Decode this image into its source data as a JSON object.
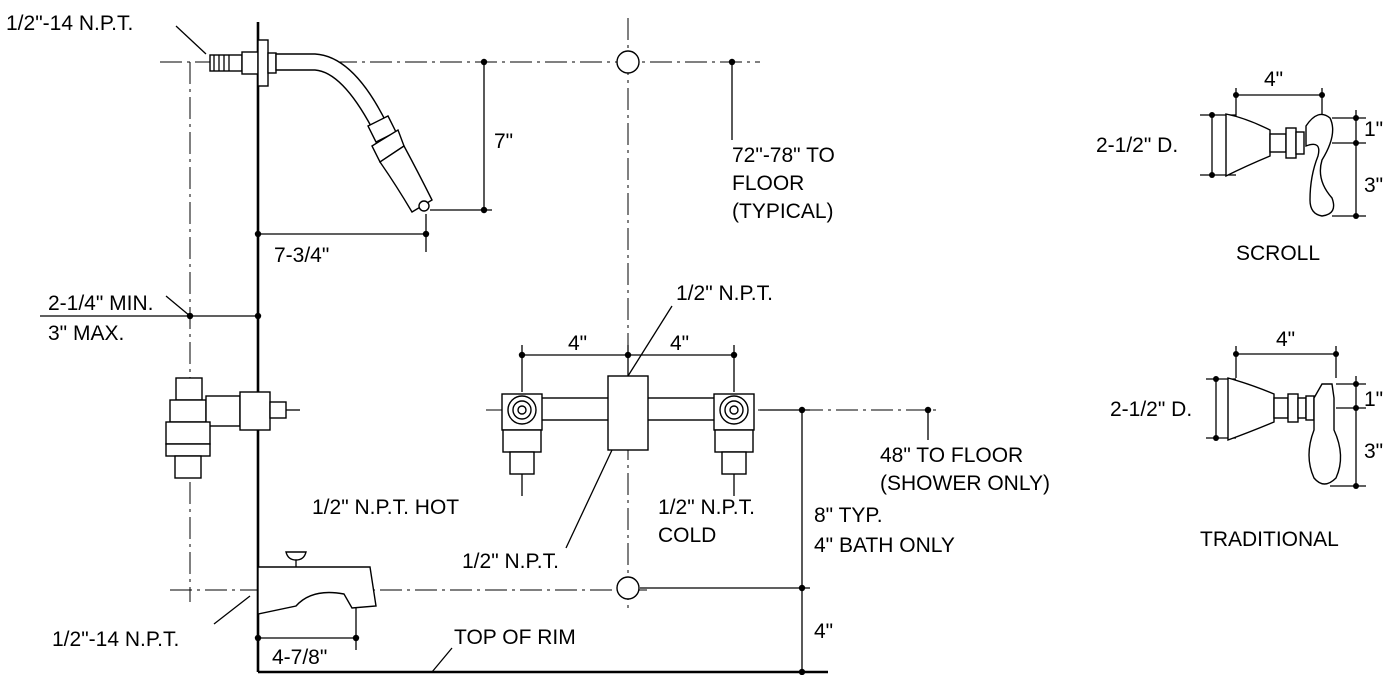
{
  "main_view": {
    "shower_arm_thread": "1/2\"-14 N.P.T.",
    "shower_drop": "7\"",
    "shower_height_line1": "72\"-78\" TO",
    "shower_height_line2": "FLOOR",
    "shower_height_line3": "(TYPICAL)",
    "shower_reach": "7-3/4\"",
    "wall_min": "2-1/4\" MIN.",
    "wall_max": "3\" MAX.",
    "center_inlet": "1/2\" N.P.T.",
    "spacing_left": "4\"",
    "spacing_right": "4\"",
    "valve_height_line1": "48\" TO FLOOR",
    "valve_height_line2": "(SHOWER ONLY)",
    "hot_inlet": "1/2\" N.P.T. HOT",
    "cold_inlet_line1": "1/2\" N.P.T.",
    "cold_inlet_line2": "COLD",
    "bottom_inlet": "1/2\" N.P.T.",
    "valve_spacing_line1": "8\" TYP.",
    "valve_spacing_line2": "4\" BATH ONLY",
    "spout_thread": "1/2\"-14 N.P.T.",
    "spout_reach": "4-7/8\"",
    "rim_label": "TOP OF RIM",
    "rim_height": "4\""
  },
  "handles": {
    "scroll": {
      "name": "SCROLL",
      "width": "4\"",
      "depth": "2-1/2\" D.",
      "top_dim": "1\"",
      "lever_dim": "3\""
    },
    "traditional": {
      "name": "TRADITIONAL",
      "width": "4\"",
      "depth": "2-1/2\" D.",
      "top_dim": "1\"",
      "lever_dim": "3\""
    }
  }
}
